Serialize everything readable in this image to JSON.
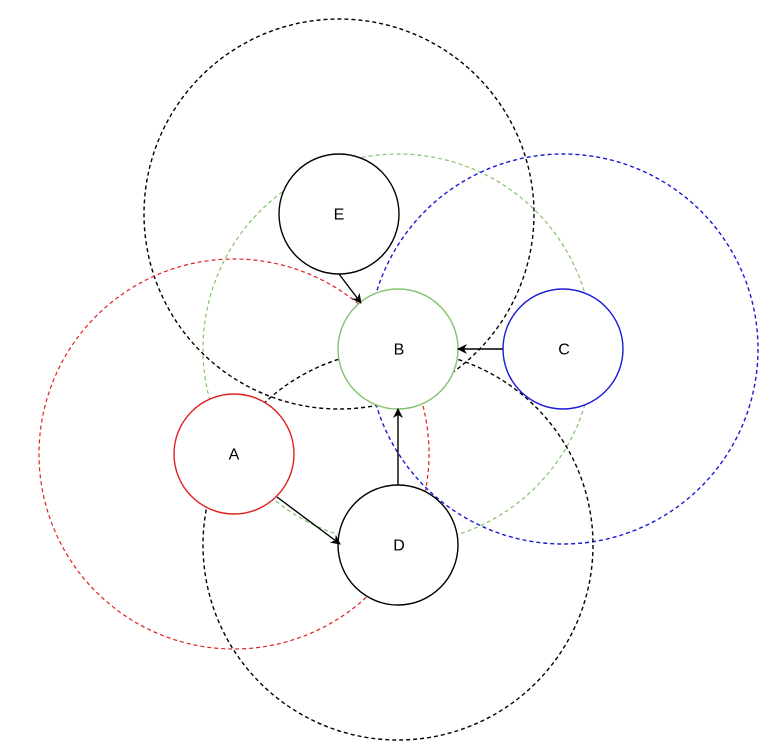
{
  "diagram": {
    "nodes": [
      {
        "id": "A",
        "label": "A",
        "color": "#e02020",
        "range_color": "#e02020"
      },
      {
        "id": "B",
        "label": "B",
        "color": "#82c36e",
        "range_color": "#82c36e"
      },
      {
        "id": "C",
        "label": "C",
        "color": "#1a1ad6",
        "range_color": "#1a1ad6"
      },
      {
        "id": "D",
        "label": "D",
        "color": "#000000",
        "range_color": "#000000"
      },
      {
        "id": "E",
        "label": "E",
        "color": "#000000",
        "range_color": "#000000"
      }
    ],
    "edges": [
      {
        "from": "E",
        "to": "B"
      },
      {
        "from": "C",
        "to": "B"
      },
      {
        "from": "D",
        "to": "B"
      },
      {
        "from": "A",
        "to": "D"
      }
    ]
  }
}
